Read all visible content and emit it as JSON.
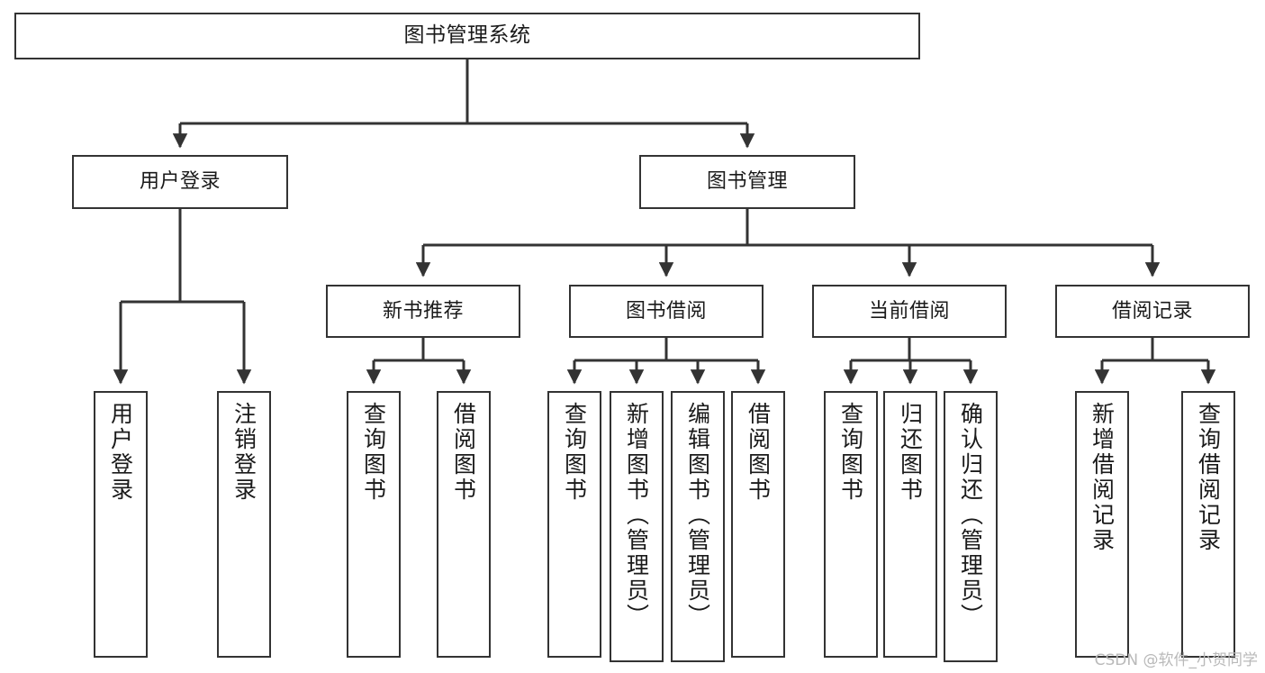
{
  "diagram": {
    "type": "tree",
    "title": "图书管理系统",
    "watermark": "CSDN @软件_小贺同学",
    "colors": {
      "stroke": "#333333",
      "fill": "#ffffff",
      "text": "#1a1a1a",
      "watermark": "#b9b9b9"
    },
    "nodes": {
      "root": {
        "label": "图书管理系统"
      },
      "level2": [
        {
          "label": "用户登录"
        },
        {
          "label": "图书管理"
        }
      ],
      "level3": [
        {
          "label": "新书推荐"
        },
        {
          "label": "图书借阅"
        },
        {
          "label": "当前借阅"
        },
        {
          "label": "借阅记录"
        }
      ],
      "leaves_user_login": [
        {
          "label": "用户登录"
        },
        {
          "label": "注销登录"
        }
      ],
      "leaves_new_book": [
        {
          "label": "查询图书"
        },
        {
          "label": "借阅图书"
        }
      ],
      "leaves_borrow": [
        {
          "label": "查询图书"
        },
        {
          "label": "新增图书（管理员）"
        },
        {
          "label": "编辑图书（管理员）"
        },
        {
          "label": "借阅图书"
        }
      ],
      "leaves_current": [
        {
          "label": "查询图书"
        },
        {
          "label": "归还图书"
        },
        {
          "label": "确认归还（管理员）"
        }
      ],
      "leaves_records": [
        {
          "label": "新增借阅记录"
        },
        {
          "label": "查询借阅记录"
        }
      ]
    }
  }
}
